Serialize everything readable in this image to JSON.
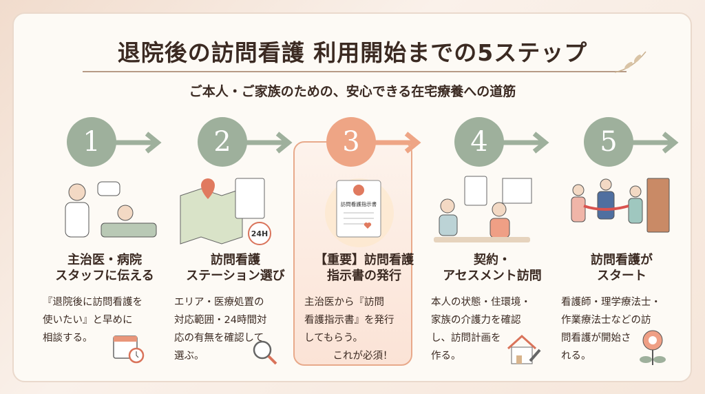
{
  "title": "退院後の訪問看護 利用開始までの5ステップ",
  "subtitle": "ご本人・ご家族のための、安心できる在宅療養への道筋",
  "colors": {
    "step": "#9eb09c",
    "highlight": "#eea585",
    "text": "#3b2a22"
  },
  "steps": [
    {
      "number": "1",
      "heading": [
        "主治医・病院",
        "スタッフに伝える"
      ],
      "body": [
        "『退院後に訪問看護を",
        "使いたい』と早めに",
        "相談する。"
      ],
      "icon": "calendar-icon"
    },
    {
      "number": "2",
      "heading": [
        "訪問看護",
        "ステーション選び"
      ],
      "body": [
        "エリア・医療処置の",
        "対応範囲・24時間対",
        "応の有無を確認して",
        "選ぶ。"
      ],
      "icon": "magnifier-icon",
      "badge": "24H"
    },
    {
      "number": "3",
      "heading": [
        "【重要】訪問看護",
        "指示書の発行"
      ],
      "body": [
        "主治医から『訪問",
        "看護指示書』を発行",
        "してもらう。",
        "これが必須！"
      ],
      "icon": "document-icon",
      "doc_label": "訪問看護指示書"
    },
    {
      "number": "4",
      "heading": [
        "契約・",
        "アセスメント訪問"
      ],
      "body": [
        "本人の状態・住環境・",
        "家族の介護力を確認",
        "し、訪問計画を",
        "作る。"
      ],
      "icon": "house-pen-icon"
    },
    {
      "number": "5",
      "heading": [
        "訪問看護が",
        "スタート"
      ],
      "body": [
        "看護師・理学療法士・",
        "作業療法士などの訪",
        "問看護が開始さ",
        "れる。"
      ],
      "icon": "flower-icon"
    }
  ]
}
